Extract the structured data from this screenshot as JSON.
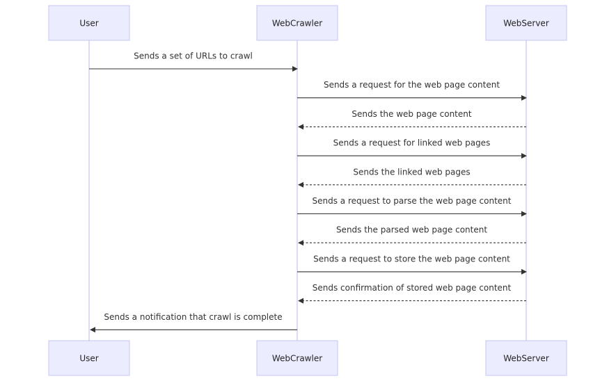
{
  "diagram": {
    "type": "sequence",
    "participants": [
      {
        "id": "user",
        "label": "User"
      },
      {
        "id": "webcrawler",
        "label": "WebCrawler"
      },
      {
        "id": "webserver",
        "label": "WebServer"
      }
    ],
    "messages": [
      {
        "from": "user",
        "to": "webcrawler",
        "style": "solid",
        "label": "Sends a set of URLs to crawl"
      },
      {
        "from": "webcrawler",
        "to": "webserver",
        "style": "solid",
        "label": "Sends a request for the web page content"
      },
      {
        "from": "webserver",
        "to": "webcrawler",
        "style": "dotted",
        "label": "Sends the web page content"
      },
      {
        "from": "webcrawler",
        "to": "webserver",
        "style": "solid",
        "label": "Sends a request for linked web pages"
      },
      {
        "from": "webserver",
        "to": "webcrawler",
        "style": "dotted",
        "label": "Sends the linked web pages"
      },
      {
        "from": "webcrawler",
        "to": "webserver",
        "style": "solid",
        "label": "Sends a request to parse the web page content"
      },
      {
        "from": "webserver",
        "to": "webcrawler",
        "style": "dotted",
        "label": "Sends the parsed web page content"
      },
      {
        "from": "webcrawler",
        "to": "webserver",
        "style": "solid",
        "label": "Sends a request to store the web page content"
      },
      {
        "from": "webserver",
        "to": "webcrawler",
        "style": "dotted",
        "label": "Sends confirmation of stored web page content"
      },
      {
        "from": "webcrawler",
        "to": "user",
        "style": "solid",
        "label": "Sends a notification that crawl is complete"
      }
    ]
  },
  "colors": {
    "actor_fill": "#ececff",
    "actor_border": "#c5c5f0",
    "lifeline": "#c8c3ee",
    "message": "#333333"
  }
}
